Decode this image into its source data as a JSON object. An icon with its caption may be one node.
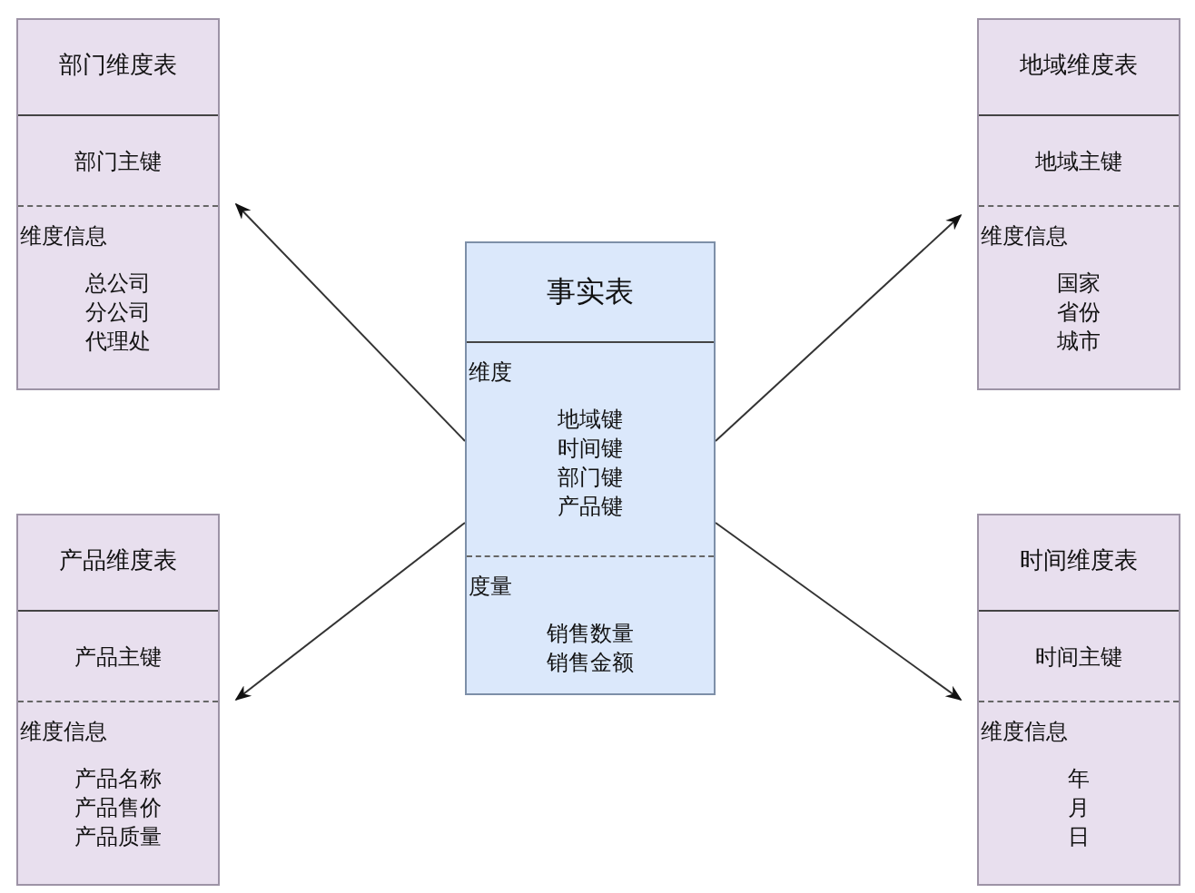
{
  "diagram": {
    "nodes": [
      {
        "text": [
          "部门维度表",
          "部门主键",
          "维度信息",
          "总公司",
          "分公司",
          "代理处"
        ]
      },
      {
        "text": [
          "地域维度表",
          "地域主键",
          "维度信息",
          "国家",
          "省份",
          "城市"
        ]
      },
      {
        "text": [
          "事实表",
          "维度",
          "地域键",
          "时间键",
          "部门键",
          "产品键",
          "度量",
          "销售数量",
          "销售金额"
        ]
      },
      {
        "text": [
          "产品维度表",
          "产品主键",
          "维度信息",
          "产品名称",
          "产品售价",
          "产品质量"
        ]
      },
      {
        "text": [
          "时间维度表",
          "时间主键",
          "维度信息",
          "年",
          "月",
          "日"
        ]
      }
    ],
    "edges": [
      {
        "from": 2,
        "to": 0,
        "arrow": "to"
      },
      {
        "from": 2,
        "to": 1,
        "arrow": "to"
      },
      {
        "from": 2,
        "to": 3,
        "arrow": "to"
      },
      {
        "from": 2,
        "to": 4,
        "arrow": "to"
      }
    ]
  }
}
